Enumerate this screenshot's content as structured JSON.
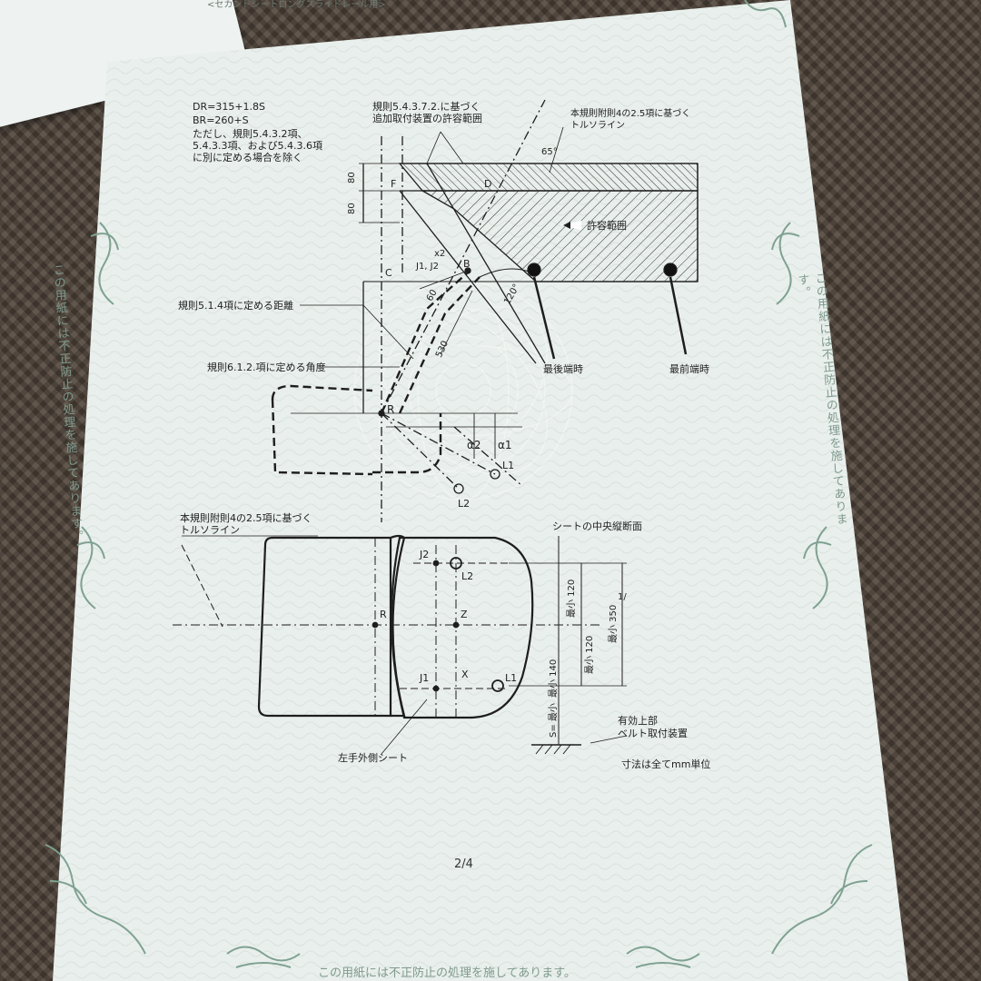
{
  "header": {
    "title_cut": "<セカンドシートロングスライドレール用>"
  },
  "notes": {
    "dr": "DR=315+1.8S",
    "br": "BR=260+S",
    "except1": "ただし、規則5.4.3.2項、",
    "except2": "5.4.3.3項、および5.4.3.6項",
    "except3": "に別に定める場合を除く"
  },
  "labels": {
    "additional_anchor_1": "規則5.4.3.7.2.に基づく",
    "additional_anchor_2": "追加取付装置の許容範囲",
    "torso_line_top_1": "本規則附則4の2.5項に基づく",
    "torso_line_top_2": "トルソライン",
    "angle_65": "65°",
    "dim_80a": "80",
    "dim_80b": "80",
    "pt_f": "F",
    "pt_d": "D",
    "allowed_range": "許容範囲",
    "pt_c": "C",
    "pt_b": "B",
    "pt_j1j2": "J1, J2",
    "angle_x2": "x2",
    "dim_60": "60",
    "dim_530": "530",
    "angle_120": "120°",
    "distance_rule": "規則5.1.4項に定める距離",
    "angle_rule": "規則6.1.2.項に定める角度",
    "rearmost": "最後端時",
    "foremost": "最前端時",
    "pt_r": "R",
    "alpha1": "α1",
    "alpha2": "α2",
    "pt_l1": "L1",
    "pt_l2": "L2",
    "torso_line_bottom_1": "本規則附則4の2.5項に基づく",
    "torso_line_bottom_2": "トルソライン",
    "seat_section": "シートの中央縦断面",
    "plan_j2": "J2",
    "plan_l2": "L2",
    "plan_r": "R",
    "plan_z": "Z",
    "plan_j1": "J1",
    "plan_x": "X",
    "plan_l1": "L1",
    "min120a": "最小 120",
    "min350": "最小 350",
    "min350_mark": "1/",
    "min120b": "最小 120",
    "min140": "最小 140",
    "s_min": "S= 最小",
    "effective_upper_1": "有効上部",
    "effective_upper_2": "ベルト取付装置",
    "left_outer_seat": "左手外側シート",
    "units_note": "寸法は全てmm単位"
  },
  "footer": {
    "page_number": "2/4",
    "anti_fraud_note": "この用紙には不正防止の処理を施してあります。"
  },
  "side_text": {
    "left": "この用紙には不正防止の処理を施してあります。",
    "right": "この用紙には不正防止の処理を施してあります。"
  },
  "colors": {
    "paper": "#e9efec",
    "ornament": "#7fa292",
    "line": "#1e1e1e"
  }
}
